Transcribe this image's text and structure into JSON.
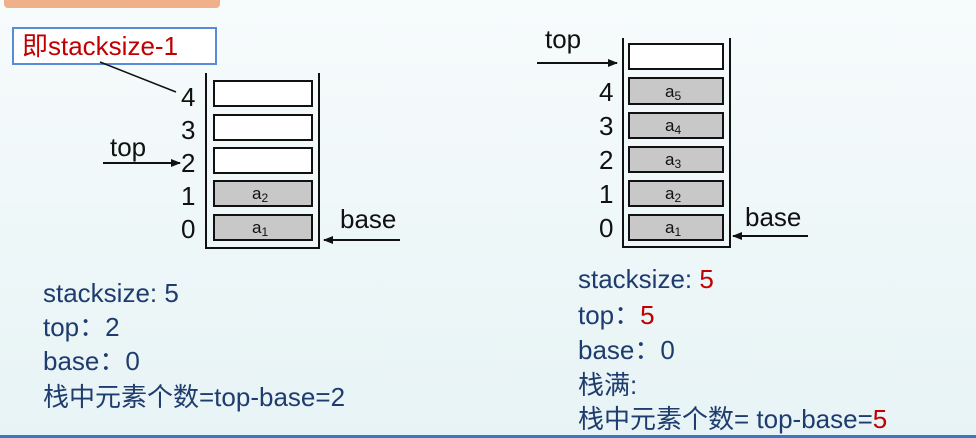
{
  "callout": "即stacksize-1",
  "left_stack": {
    "indices": [
      "4",
      "3",
      "2",
      "1",
      "0"
    ],
    "elements": [
      {
        "base": "a",
        "sub": "2"
      },
      {
        "base": "a",
        "sub": "1"
      }
    ],
    "top_label": "top",
    "base_label": "base",
    "info": {
      "stacksize_label": "stacksize:",
      "stacksize_value": "5",
      "top_label": "top：",
      "top_value": "2",
      "base_label": "base：",
      "base_value": "0",
      "count_label": "栈中元素个数=top-base=",
      "count_value": "2"
    }
  },
  "right_stack": {
    "indices": [
      "4",
      "3",
      "2",
      "1",
      "0"
    ],
    "elements": [
      {
        "base": "a",
        "sub": "5"
      },
      {
        "base": "a",
        "sub": "4"
      },
      {
        "base": "a",
        "sub": "3"
      },
      {
        "base": "a",
        "sub": "2"
      },
      {
        "base": "a",
        "sub": "1"
      }
    ],
    "top_label": "top",
    "base_label": "base",
    "info": {
      "stacksize_label": "stacksize:",
      "stacksize_value": "5",
      "top_label": "top：",
      "top_value": "5",
      "base_label": "base：",
      "base_value": "0",
      "full_label": "栈满:",
      "count_label": "栈中元素个数= top-base=",
      "count_value": "5"
    }
  },
  "colors": {
    "text_blue": "#1f3c6e",
    "highlight_red": "#c00000",
    "cell_fill": "#c8c8c8",
    "callout_border": "#5b8ad6"
  }
}
